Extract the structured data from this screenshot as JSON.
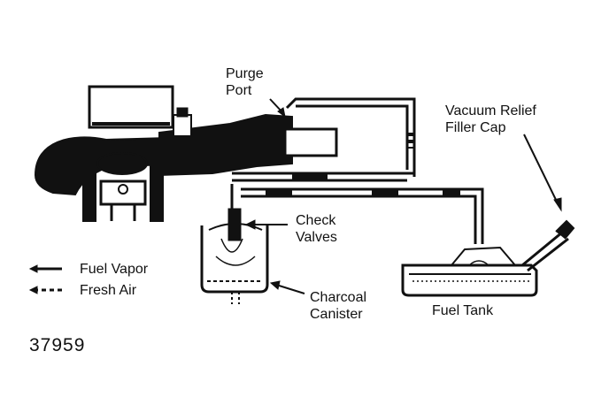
{
  "labels": {
    "purge_port": [
      "Purge",
      "Port"
    ],
    "vacuum_relief_cap": [
      "Vacuum Relief",
      "Filler Cap"
    ],
    "check_valves": [
      "Check",
      "Valves"
    ],
    "charcoal_canister": [
      "Charcoal",
      "Canister"
    ],
    "fuel_tank": "Fuel Tank"
  },
  "legend": {
    "fuel_vapor": "Fuel Vapor",
    "fresh_air": "Fresh Air"
  },
  "figure_number": "37959"
}
